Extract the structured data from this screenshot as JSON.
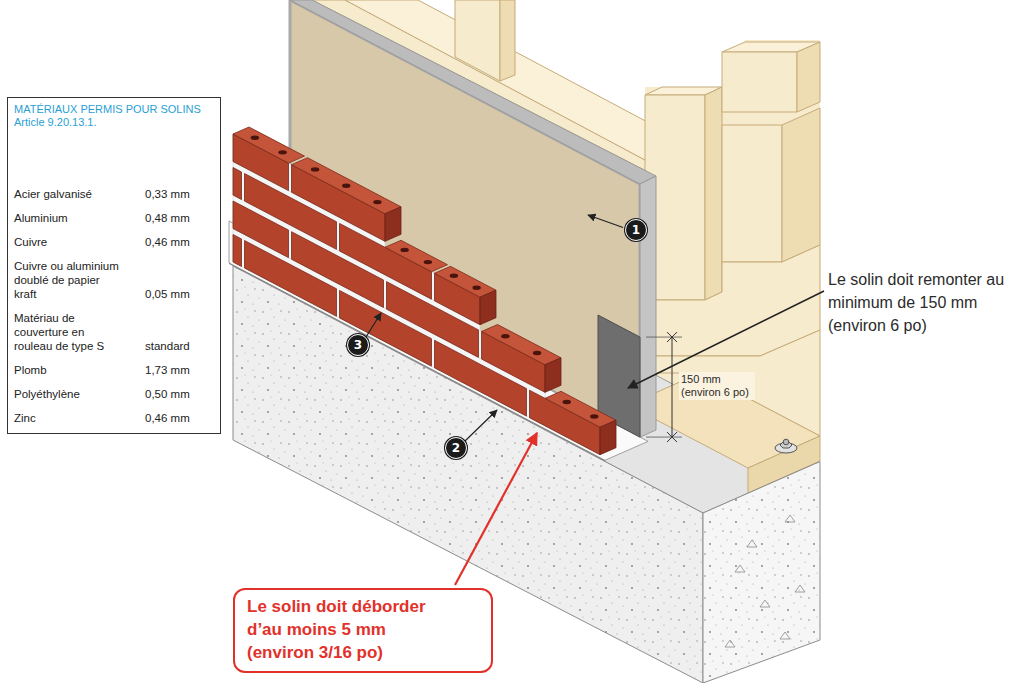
{
  "diagram": {
    "nodes": [
      {
        "text": [
          "MATÉRIAUX PERMIS POUR SOLINS",
          "Article 9.20.13.1.",
          "Acier galvanisé",
          "0,33 mm",
          "Aluminium",
          "0,48 mm",
          "Cuivre",
          "0,46 mm",
          "Cuivre ou aluminium doublé de papier kraft",
          "0,05 mm",
          "Matériau de couverture en rouleau de type S",
          "standard",
          "Plomb",
          "1,73 mm",
          "Polyéthylène",
          "0,50 mm",
          "Zinc",
          "0,46 mm"
        ]
      },
      {
        "text": [
          "1"
        ]
      },
      {
        "text": [
          "3"
        ]
      },
      {
        "text": [
          "2"
        ]
      },
      {
        "text": [
          "Le solin doit déborder d’au moins 5 mm (environ 3/16 po)"
        ]
      }
    ],
    "labels": [
      "Le solin doit remonter au minimum de 150 mm (environ 6 po)",
      "150 mm (environ 6 po)"
    ]
  }
}
